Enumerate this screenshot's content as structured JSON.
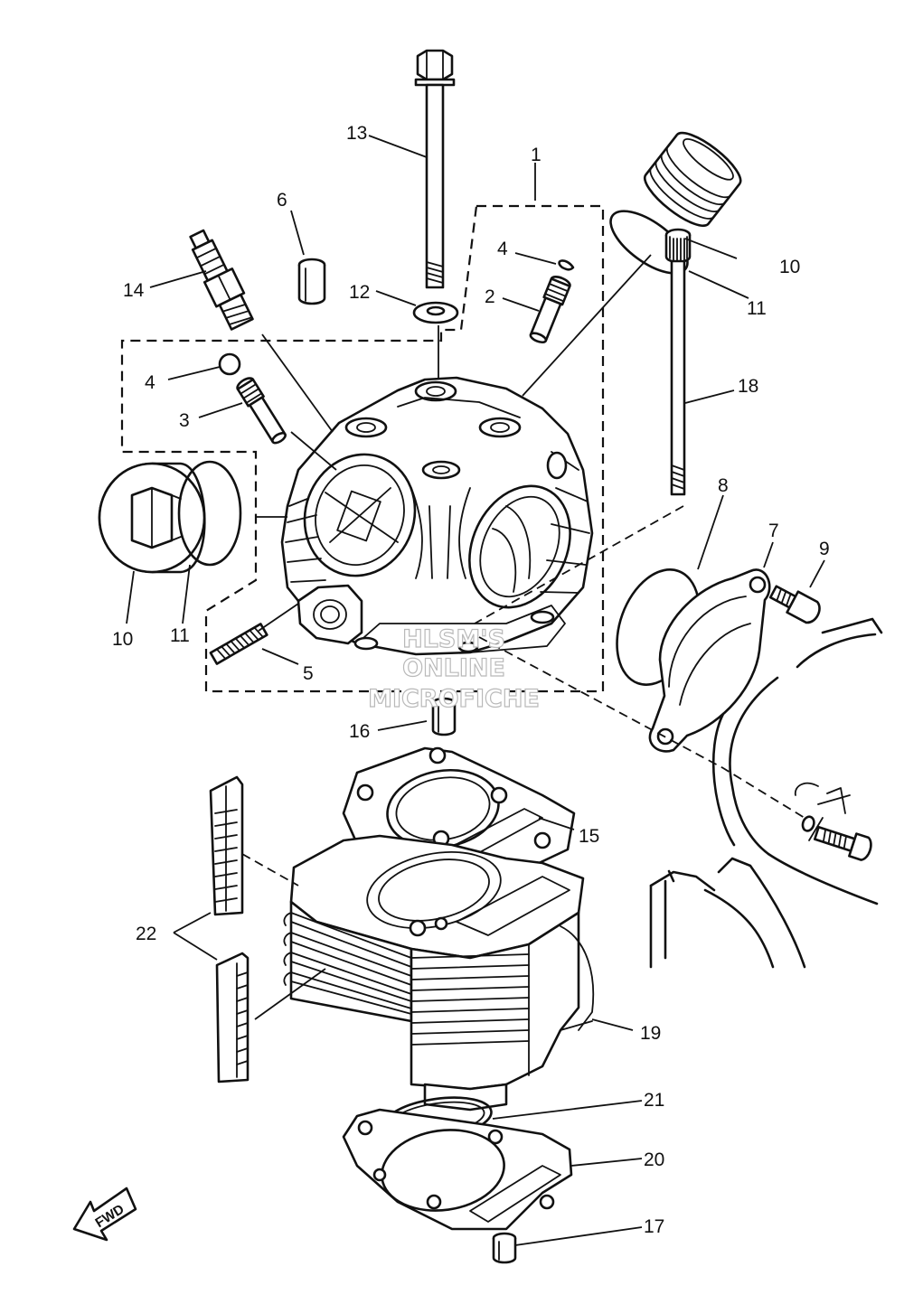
{
  "diagram": {
    "callouts": [
      {
        "id": "1",
        "text": "1"
      },
      {
        "id": "2",
        "text": "2"
      },
      {
        "id": "3",
        "text": "3"
      },
      {
        "id": "4a",
        "text": "4"
      },
      {
        "id": "4b",
        "text": "4"
      },
      {
        "id": "5",
        "text": "5"
      },
      {
        "id": "6",
        "text": "6"
      },
      {
        "id": "7",
        "text": "7"
      },
      {
        "id": "8",
        "text": "8"
      },
      {
        "id": "9",
        "text": "9"
      },
      {
        "id": "10a",
        "text": "10"
      },
      {
        "id": "10b",
        "text": "10"
      },
      {
        "id": "11a",
        "text": "11"
      },
      {
        "id": "11b",
        "text": "11"
      },
      {
        "id": "12",
        "text": "12"
      },
      {
        "id": "13",
        "text": "13"
      },
      {
        "id": "14",
        "text": "14"
      },
      {
        "id": "15",
        "text": "15"
      },
      {
        "id": "16",
        "text": "16"
      },
      {
        "id": "17",
        "text": "17"
      },
      {
        "id": "18",
        "text": "18"
      },
      {
        "id": "19",
        "text": "19"
      },
      {
        "id": "20",
        "text": "20"
      },
      {
        "id": "21",
        "text": "21"
      },
      {
        "id": "22",
        "text": "22"
      }
    ],
    "fwd_label": "FWD",
    "watermark": [
      "HLSM'S",
      "ONLINE",
      "MICROFICHE"
    ]
  }
}
